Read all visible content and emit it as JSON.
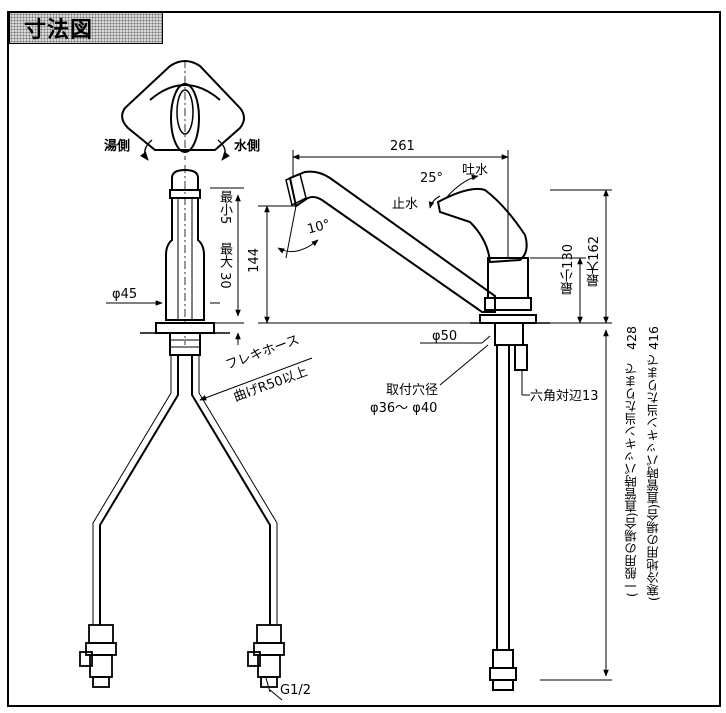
{
  "title": "寸法図",
  "labels": {
    "hot_side": "湯側",
    "cold_side": "水側",
    "min5": "最小5",
    "max30": "最大 30",
    "dia45": "φ45",
    "flex_hose": "フレキホース",
    "bend_r50": "曲げR50以上",
    "g12": "G1/2",
    "w261": "261",
    "a25": "25°",
    "spout_water": "吐水",
    "stop_water": "止水",
    "a10": "10°",
    "h144": "144",
    "min130": "最小130",
    "max162": "最大162",
    "dia50": "φ50",
    "mount_hole": "取付穴径",
    "mount_range": "φ36～ φ40",
    "hex13": "六角対辺13",
    "general_case": "(一般用の場合)直管時パッキン当たりまで　428",
    "cold_region_case": "(寒冷地用の場合)直管時パッキン当たりまで 416"
  }
}
